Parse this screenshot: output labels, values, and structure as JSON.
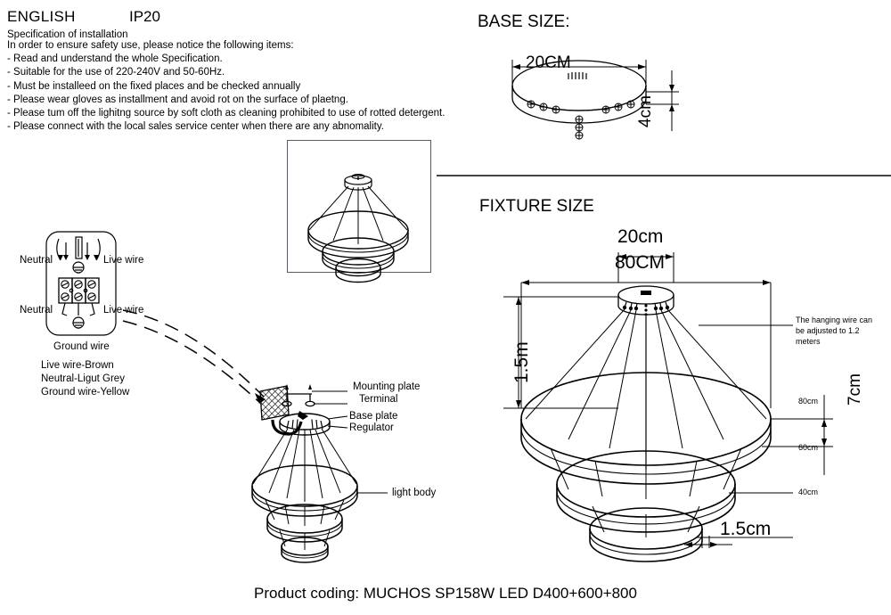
{
  "header": {
    "language": "ENGLISH",
    "ip_rating": "IP20",
    "spec_title": "Specification of installation",
    "spec_intro": "In order to ensure safety use, please notice the following items:",
    "spec_items": [
      "- Read and understand the whole Specification.",
      "- Suitable for the use of 220-240V and 50-60Hz.",
      "- Must be installeed on the fixed places and be checked annually",
      "- Please wear gloves as installment and avoid rot on the surface of plaetng.",
      "- Please tum off the lighitng source by soft cloth as cleaning prohibited to use of rotted detergent.",
      "- Please connect with the local sales service center when there are any abnomality."
    ]
  },
  "wiring": {
    "neutral_top": "Neutral",
    "live_top": "Live wire",
    "neutral_bottom": "Neutral",
    "live_bottom": "Live wire",
    "ground": "Ground wire",
    "legend": [
      "Live wire-Brown",
      "Neutral-Ligut Grey",
      "Ground wire-Yellow"
    ]
  },
  "base_size": {
    "heading": "BASE SIZE:",
    "width": "20CM",
    "height": "4cm"
  },
  "fixture_size": {
    "heading": "FIXTURE SIZE",
    "canopy_width": "20cm",
    "overall_width": "80CM",
    "drop_height": "1.5m",
    "ring_depth": "7cm",
    "ring_thickness": "1.5cm",
    "note": "The hanging wire can\nbe adjusted to 1.2\nmeters",
    "ring_labels": [
      "80cm",
      "60cm",
      "40cm"
    ]
  },
  "assembly": {
    "callouts": [
      "Mounting plate",
      "Terminal",
      "Base plate",
      "Regulator"
    ],
    "light_body": "light body"
  },
  "footer": {
    "product_coding": "Product coding: MUCHOS SP158W LED D400+600+800"
  },
  "colors": {
    "ink": "#000000",
    "divider": "#444444",
    "thumb_border": "#5a5a6e"
  }
}
